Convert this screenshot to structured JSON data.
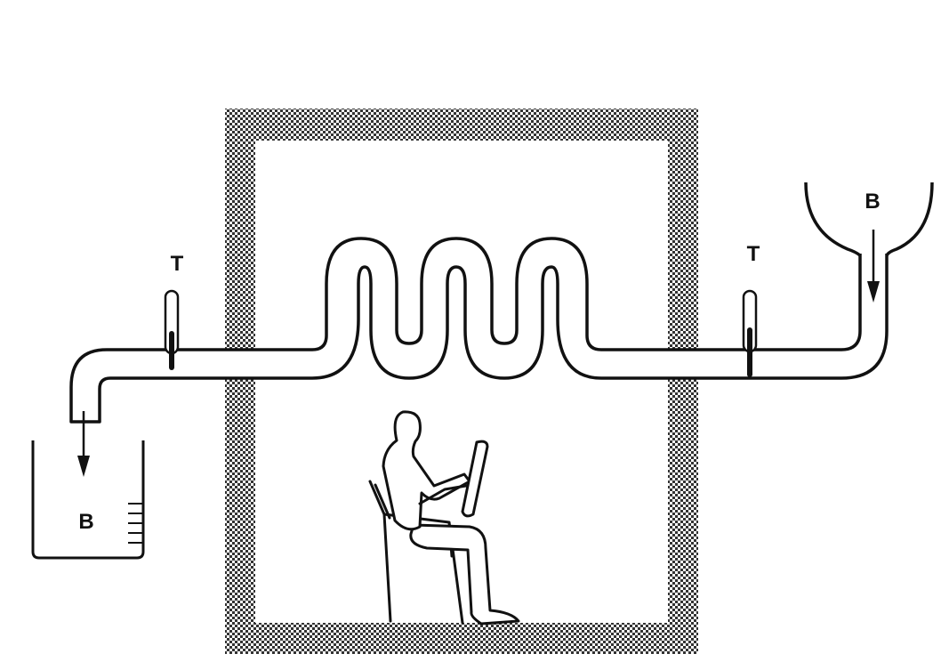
{
  "labels": {
    "thermometer_left": "T",
    "thermometer_right": "T",
    "reservoir_top": "B",
    "beaker_bottom": "B"
  },
  "colors": {
    "ink": "#111111",
    "background": "#ffffff",
    "wall_hatch": "#3a3a3a"
  }
}
